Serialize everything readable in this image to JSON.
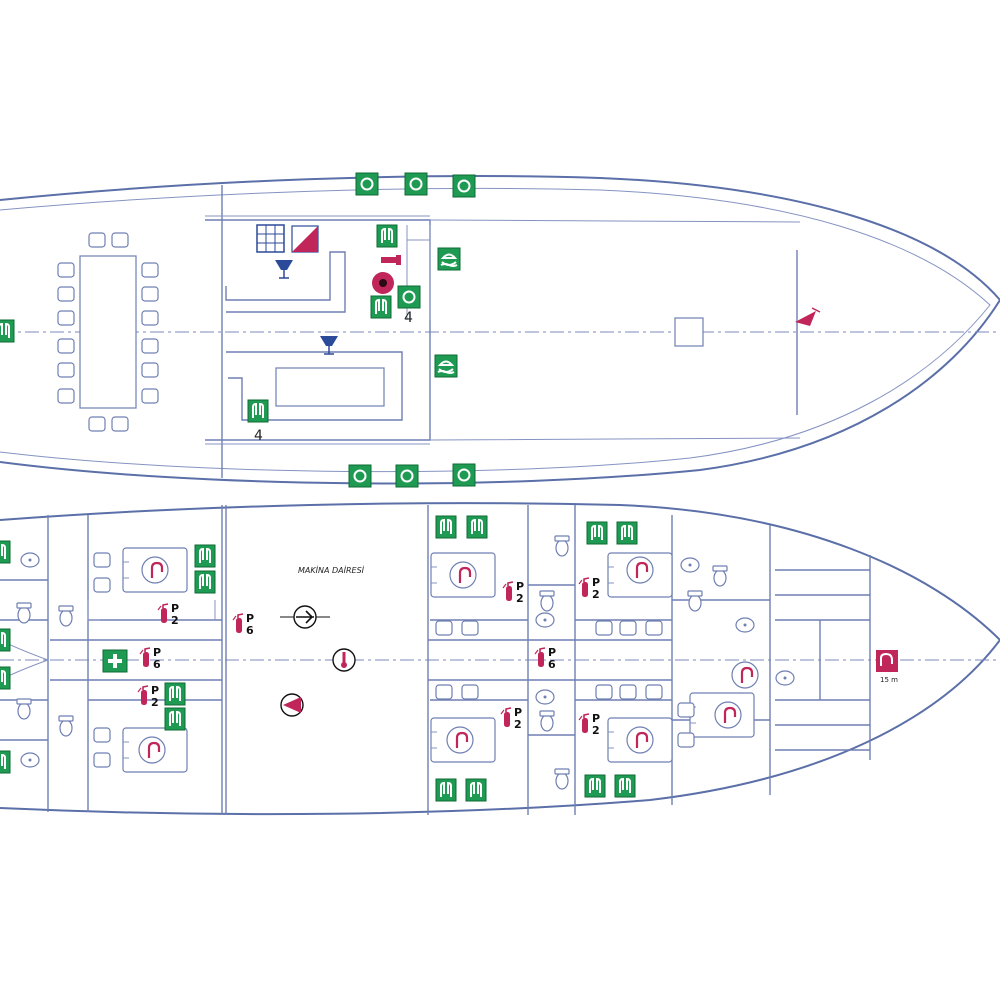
{
  "colors": {
    "hull": "#5b6fa8",
    "safety_green": "#1f9a52",
    "fire_red": "#c0265a",
    "navy_icon": "#2b4a99"
  },
  "upper_deck": {
    "muster_count_top": "4",
    "muster_count_bottom": "4"
  },
  "lower_deck": {
    "engine_room_label": "MAKİNA DAİRESİ",
    "hose_length_label": "15 m",
    "ext_p2_code": "P",
    "ext_p2_size": "2",
    "ext_p6_code": "P",
    "ext_p6_size": "6"
  },
  "icons": [
    "life-ring-sign-icon",
    "life-jacket-sign-icon",
    "first-aid-sign-icon",
    "fire-extinguisher-icon",
    "fire-hose-icon",
    "fire-pump-icon",
    "emergency-exit-sign-icon",
    "bilge-pump-icon",
    "fire-alarm-icon",
    "liferaft-sign-icon"
  ]
}
